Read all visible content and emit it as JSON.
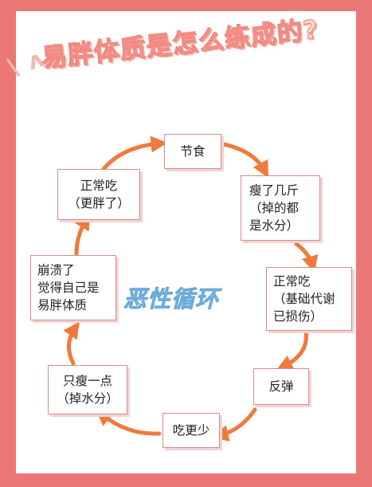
{
  "title": "易胖体质是怎么练成的?",
  "center_label": "恶性循环",
  "boxes": {
    "diet": [
      "节食"
    ],
    "lose_weight": [
      "瘦了几斤",
      "（掉的都",
      "是水分）"
    ],
    "metabolism": [
      "正常吃",
      "（基础代谢",
      "已损伤）"
    ],
    "rebound": [
      "反弹"
    ],
    "eat_less": [
      "吃更少"
    ],
    "only_lose_little": [
      "只瘦一点",
      "（掉水分）"
    ],
    "breakdown": [
      "崩溃了",
      "觉得自己是",
      "易胖体质"
    ],
    "normal_eat": [
      "正常吃",
      "（更胖了）"
    ]
  },
  "colors": {
    "background": "#eb7876",
    "arrow": "#ef7a3c",
    "center_text": "#8fc5ea",
    "box_border": "#d98a8a"
  }
}
